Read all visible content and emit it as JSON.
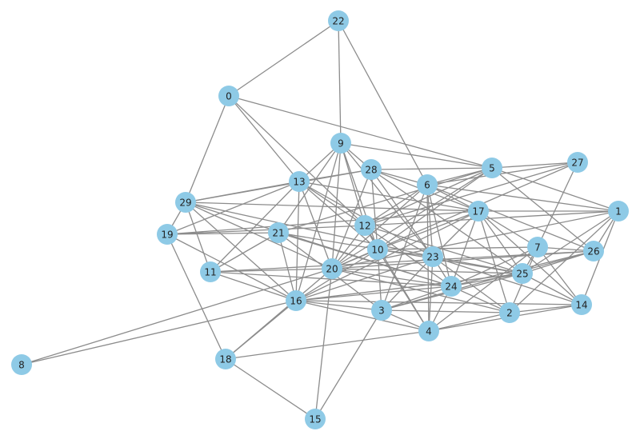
{
  "graph": {
    "node_color": "#8ecae6",
    "edge_color": "#8c8c8c",
    "label_color": "#222222",
    "nodes": [
      {
        "id": "0",
        "label": "0"
      },
      {
        "id": "1",
        "label": "1"
      },
      {
        "id": "2",
        "label": "2"
      },
      {
        "id": "3",
        "label": "3"
      },
      {
        "id": "4",
        "label": "4"
      },
      {
        "id": "5",
        "label": "5"
      },
      {
        "id": "6",
        "label": "6"
      },
      {
        "id": "7",
        "label": "7"
      },
      {
        "id": "8",
        "label": "8"
      },
      {
        "id": "9",
        "label": "9"
      },
      {
        "id": "10",
        "label": "10"
      },
      {
        "id": "11",
        "label": "11"
      },
      {
        "id": "12",
        "label": "12"
      },
      {
        "id": "13",
        "label": "13"
      },
      {
        "id": "14",
        "label": "14"
      },
      {
        "id": "15",
        "label": "15"
      },
      {
        "id": "16",
        "label": "16"
      },
      {
        "id": "17",
        "label": "17"
      },
      {
        "id": "18",
        "label": "18"
      },
      {
        "id": "19",
        "label": "19"
      },
      {
        "id": "20",
        "label": "20"
      },
      {
        "id": "21",
        "label": "21"
      },
      {
        "id": "22",
        "label": "22"
      },
      {
        "id": "23",
        "label": "23"
      },
      {
        "id": "24",
        "label": "24"
      },
      {
        "id": "25",
        "label": "25"
      },
      {
        "id": "26",
        "label": "26"
      },
      {
        "id": "27",
        "label": "27"
      },
      {
        "id": "28",
        "label": "28"
      },
      {
        "id": "29",
        "label": "29"
      }
    ],
    "edges": [
      [
        "22",
        "0"
      ],
      [
        "22",
        "9"
      ],
      [
        "22",
        "6"
      ],
      [
        "0",
        "29"
      ],
      [
        "0",
        "13"
      ],
      [
        "0",
        "5"
      ],
      [
        "0",
        "12"
      ],
      [
        "9",
        "5"
      ],
      [
        "9",
        "13"
      ],
      [
        "9",
        "28"
      ],
      [
        "9",
        "12"
      ],
      [
        "9",
        "10"
      ],
      [
        "9",
        "20"
      ],
      [
        "9",
        "16"
      ],
      [
        "9",
        "21"
      ],
      [
        "9",
        "23"
      ],
      [
        "28",
        "13"
      ],
      [
        "28",
        "29"
      ],
      [
        "28",
        "17"
      ],
      [
        "28",
        "10"
      ],
      [
        "28",
        "20"
      ],
      [
        "28",
        "23"
      ],
      [
        "28",
        "25"
      ],
      [
        "28",
        "6"
      ],
      [
        "28",
        "5"
      ],
      [
        "13",
        "29"
      ],
      [
        "13",
        "19"
      ],
      [
        "13",
        "12"
      ],
      [
        "13",
        "20"
      ],
      [
        "13",
        "23"
      ],
      [
        "13",
        "17"
      ],
      [
        "13",
        "16"
      ],
      [
        "13",
        "11"
      ],
      [
        "13",
        "10"
      ],
      [
        "5",
        "6"
      ],
      [
        "5",
        "27"
      ],
      [
        "5",
        "1"
      ],
      [
        "5",
        "12"
      ],
      [
        "5",
        "10"
      ],
      [
        "5",
        "26"
      ],
      [
        "5",
        "21"
      ],
      [
        "5",
        "20"
      ],
      [
        "27",
        "6"
      ],
      [
        "27",
        "20"
      ],
      [
        "27",
        "7"
      ],
      [
        "27",
        "12"
      ],
      [
        "6",
        "17"
      ],
      [
        "6",
        "23"
      ],
      [
        "6",
        "24"
      ],
      [
        "6",
        "4"
      ],
      [
        "6",
        "3"
      ],
      [
        "6",
        "20"
      ],
      [
        "6",
        "1"
      ],
      [
        "6",
        "26"
      ],
      [
        "6",
        "12"
      ],
      [
        "17",
        "1"
      ],
      [
        "17",
        "29"
      ],
      [
        "17",
        "19"
      ],
      [
        "17",
        "7"
      ],
      [
        "17",
        "25"
      ],
      [
        "17",
        "14"
      ],
      [
        "17",
        "10"
      ],
      [
        "17",
        "16"
      ],
      [
        "17",
        "2"
      ],
      [
        "17",
        "23"
      ],
      [
        "17",
        "24"
      ],
      [
        "29",
        "19"
      ],
      [
        "29",
        "11"
      ],
      [
        "29",
        "23"
      ],
      [
        "29",
        "16"
      ],
      [
        "29",
        "24"
      ],
      [
        "29",
        "20"
      ],
      [
        "19",
        "21"
      ],
      [
        "19",
        "18"
      ],
      [
        "19",
        "16"
      ],
      [
        "19",
        "12"
      ],
      [
        "21",
        "11"
      ],
      [
        "21",
        "16"
      ],
      [
        "21",
        "24"
      ],
      [
        "21",
        "25"
      ],
      [
        "21",
        "3"
      ],
      [
        "12",
        "10"
      ],
      [
        "12",
        "20"
      ],
      [
        "12",
        "25"
      ],
      [
        "12",
        "24"
      ],
      [
        "12",
        "4"
      ],
      [
        "10",
        "23"
      ],
      [
        "10",
        "20"
      ],
      [
        "10",
        "4"
      ],
      [
        "10",
        "3"
      ],
      [
        "10",
        "16"
      ],
      [
        "10",
        "7"
      ],
      [
        "23",
        "25"
      ],
      [
        "23",
        "24"
      ],
      [
        "23",
        "4"
      ],
      [
        "23",
        "3"
      ],
      [
        "23",
        "2"
      ],
      [
        "23",
        "16"
      ],
      [
        "23",
        "14"
      ],
      [
        "20",
        "11"
      ],
      [
        "20",
        "26"
      ],
      [
        "20",
        "25"
      ],
      [
        "20",
        "24"
      ],
      [
        "20",
        "18"
      ],
      [
        "20",
        "15"
      ],
      [
        "20",
        "2"
      ],
      [
        "20",
        "8"
      ],
      [
        "11",
        "26"
      ],
      [
        "11",
        "16"
      ],
      [
        "11",
        "24"
      ],
      [
        "7",
        "25"
      ],
      [
        "7",
        "24"
      ],
      [
        "7",
        "14"
      ],
      [
        "7",
        "2"
      ],
      [
        "7",
        "4"
      ],
      [
        "7",
        "26"
      ],
      [
        "26",
        "1"
      ],
      [
        "26",
        "24"
      ],
      [
        "26",
        "25"
      ],
      [
        "26",
        "3"
      ],
      [
        "1",
        "25"
      ],
      [
        "1",
        "2"
      ],
      [
        "1",
        "14"
      ],
      [
        "1",
        "12"
      ],
      [
        "1",
        "20"
      ],
      [
        "25",
        "24"
      ],
      [
        "25",
        "3"
      ],
      [
        "25",
        "14"
      ],
      [
        "25",
        "16"
      ],
      [
        "24",
        "16"
      ],
      [
        "24",
        "2"
      ],
      [
        "24",
        "3"
      ],
      [
        "24",
        "4"
      ],
      [
        "16",
        "18"
      ],
      [
        "16",
        "3"
      ],
      [
        "16",
        "4"
      ],
      [
        "16",
        "8"
      ],
      [
        "16",
        "14"
      ],
      [
        "3",
        "4"
      ],
      [
        "3",
        "2"
      ],
      [
        "3",
        "15"
      ],
      [
        "4",
        "2"
      ],
      [
        "4",
        "18"
      ],
      [
        "2",
        "14"
      ],
      [
        "14",
        "4"
      ],
      [
        "18",
        "15"
      ]
    ]
  }
}
